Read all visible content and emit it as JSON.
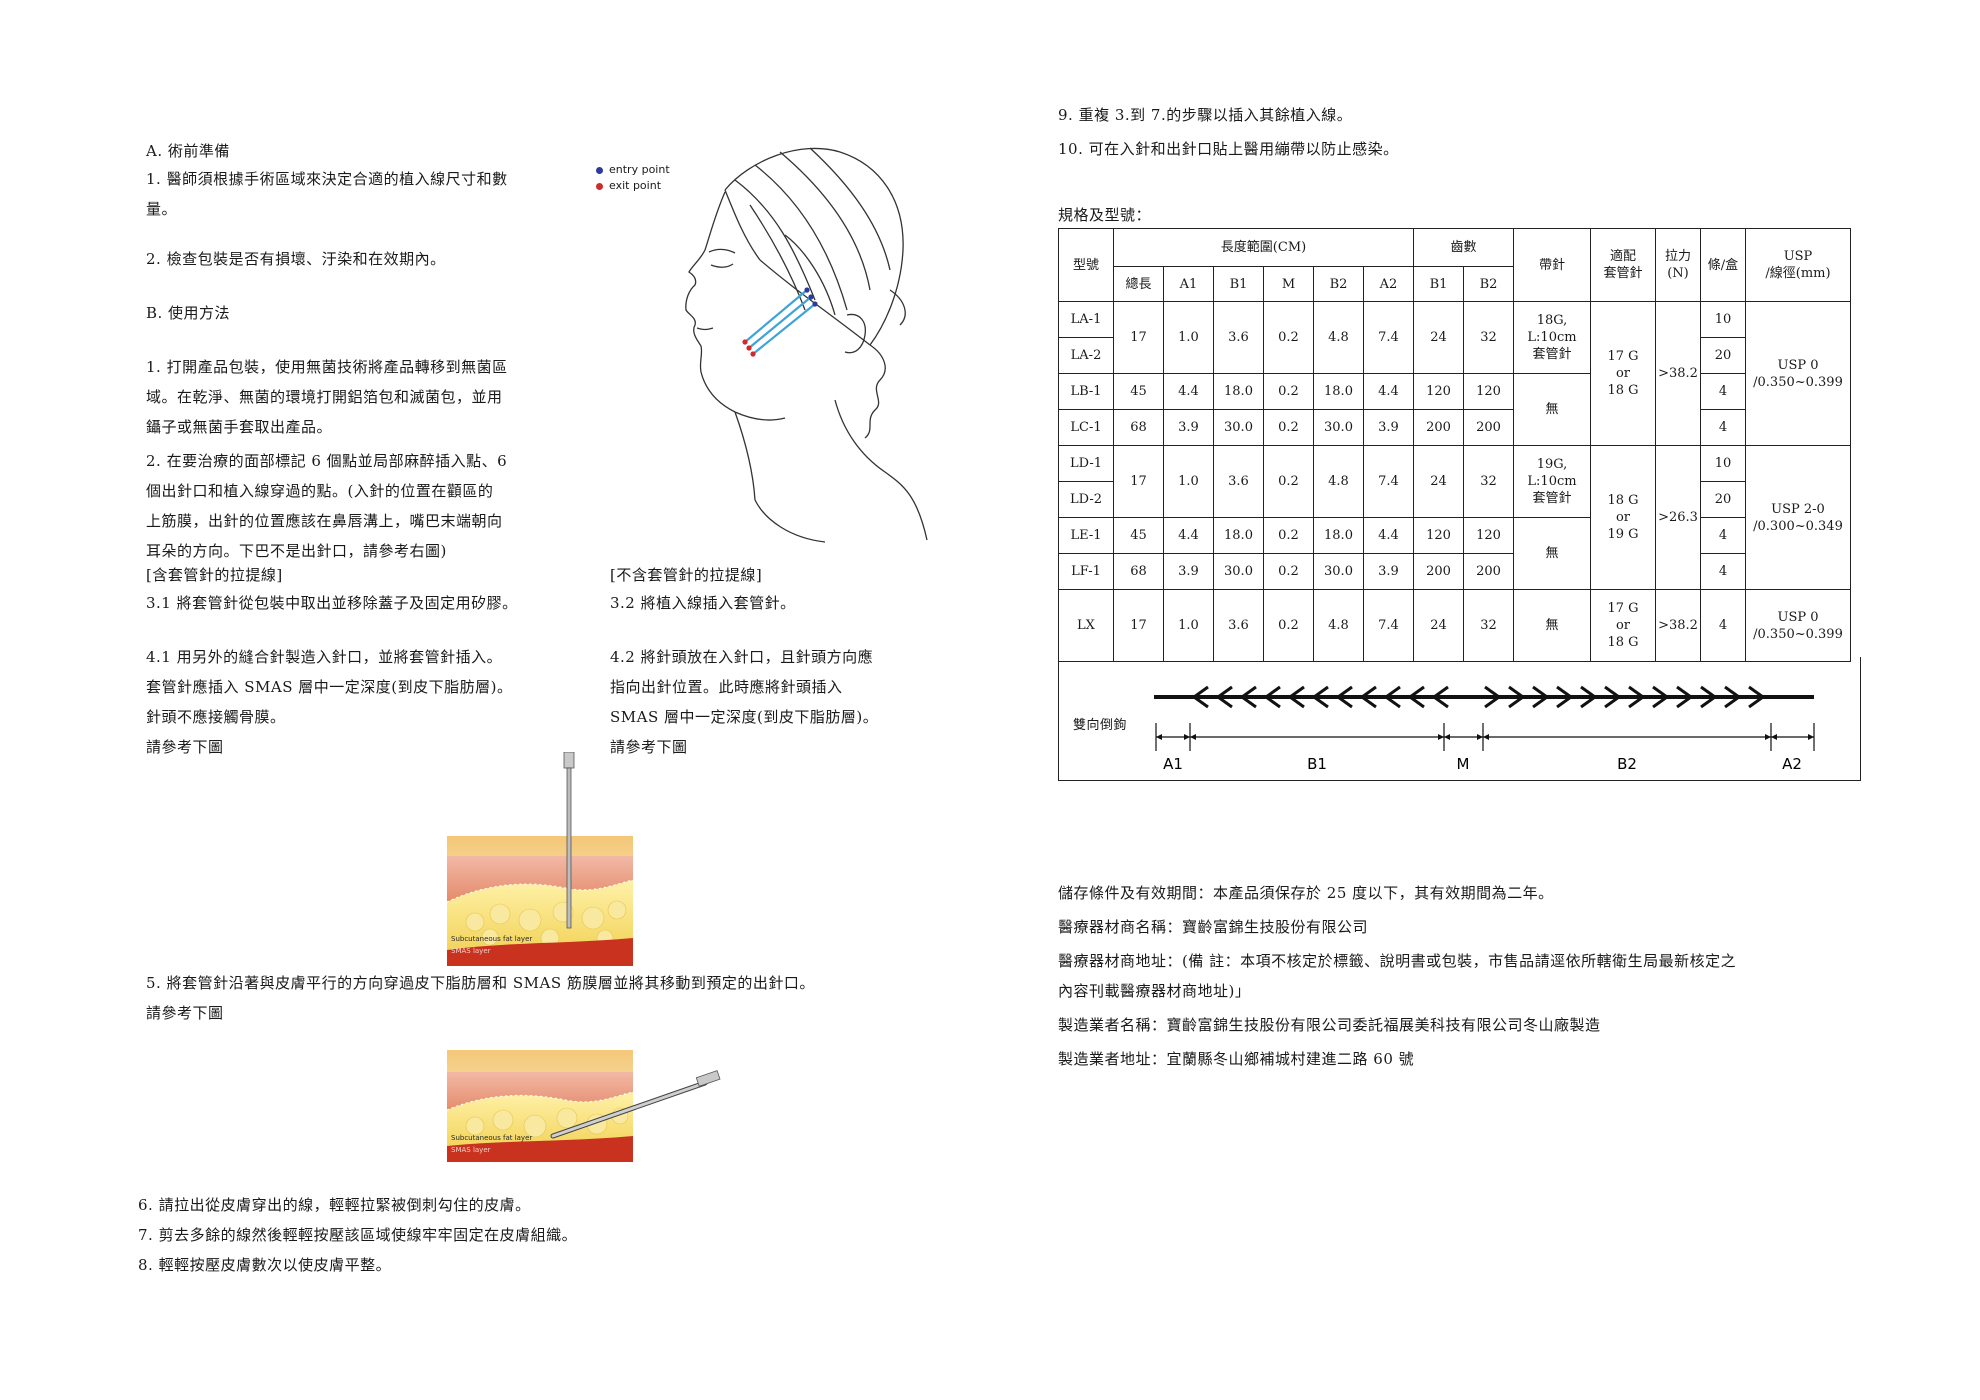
{
  "left": {
    "prep_heading": "A. 術前準備",
    "step1": [
      "1. 醫師須根據手術區域來決定合適的植入線尺寸和數",
      "量。"
    ],
    "step2": "2. 檢查包裝是否有損壞、汙染和在效期內。",
    "method_heading": "B. 使用方法",
    "b_step1": [
      "1. 打開產品包裝，使用無菌技術將產品轉移到無菌區",
      "域。在乾淨、無菌的環境打開鋁箔包和滅菌包，並用",
      "鑷子或無菌手套取出產品。"
    ],
    "b_step2": [
      "2. 在要治療的面部標記 6 個點並局部麻醉插入點、6",
      "個出針口和植入線穿過的點。(入針的位置在顴區的",
      "上筋膜，出針的位置應該在鼻唇溝上，嘴巴末端朝向",
      "耳朵的方向。下巴不是出針口，請參考右圖)"
    ],
    "with_cannula_heading": "[含套管針的拉提線]",
    "with_cannula_31": "3.1 將套管針從包裝中取出並移除蓋子及固定用矽膠。",
    "with_cannula_41": [
      "4.1 用另外的縫合針製造入針口，並將套管針插入。",
      "套管針應插入 SMAS 層中一定深度(到皮下脂肪層)。",
      "針頭不應接觸骨膜。",
      "請參考下圖"
    ],
    "without_cannula_heading": "[不含套管針的拉提線]",
    "without_cannula_32": "3.2 將植入線插入套管針。",
    "without_cannula_42": [
      "4.2 將針頭放在入針口，且針頭方向應",
      "指向出針位置。此時應將針頭插入",
      "SMAS 層中一定深度(到皮下脂肪層)。",
      "請參考下圖"
    ],
    "step5": [
      "5. 將套管針沿著與皮膚平行的方向穿過皮下脂肪層和 SMAS 筋膜層並將其移動到預定的出針口。",
      "請參考下圖"
    ],
    "step6": "6. 請拉出從皮膚穿出的線，輕輕拉緊被倒刺勾住的皮膚。",
    "step7": "7. 剪去多餘的線然後輕輕按壓該區域使線牢牢固定在皮膚組織。",
    "step8": "8. 輕輕按壓皮膚數次以使皮膚平整。",
    "legend_entry": "entry point",
    "legend_exit": "exit point",
    "layer_fat": "Subcutaneous fat layer",
    "layer_smas": "SMAS layer",
    "colors": {
      "entry": "#2b3a9c",
      "exit": "#d02a2a",
      "thread": "#3fa3d8"
    }
  },
  "right": {
    "step9": "9. 重複 3.到 7.的步驟以插入其餘植入線。",
    "step10": "10. 可在入針和出針口貼上醫用繃帶以防止感染。",
    "spec_title": "規格及型號：",
    "table": {
      "h_model": "型號",
      "h_length": "長度範圍(CM)",
      "h_teeth": "齒數",
      "h_needle": "帶針",
      "h_cannula": [
        "適配",
        "套管針"
      ],
      "h_force": [
        "拉力",
        "(N)"
      ],
      "h_per_box": "條/盒",
      "h_usp": [
        "USP",
        "/線徑(mm)"
      ],
      "sub_total": "總長",
      "sub_a1": "A1",
      "sub_b1": "B1",
      "sub_m": "M",
      "sub_b2": "B2",
      "sub_a2": "A2",
      "sub_tb1": "B1",
      "sub_tb2": "B2",
      "models": [
        "LA-1",
        "LA-2",
        "LB-1",
        "LC-1",
        "LD-1",
        "LD-2",
        "LE-1",
        "LF-1",
        "LX"
      ],
      "rows_a": [
        [
          "17",
          "1.0",
          "3.6",
          "0.2",
          "4.8",
          "7.4",
          "24",
          "32"
        ],
        [
          "45",
          "4.4",
          "18.0",
          "0.2",
          "18.0",
          "4.4",
          "120",
          "120"
        ],
        [
          "68",
          "3.9",
          "30.0",
          "0.2",
          "30.0",
          "3.9",
          "200",
          "200"
        ]
      ],
      "rows_b": [
        [
          "17",
          "1.0",
          "3.6",
          "0.2",
          "4.8",
          "7.4",
          "24",
          "32"
        ],
        [
          "45",
          "4.4",
          "18.0",
          "0.2",
          "18.0",
          "4.4",
          "120",
          "120"
        ],
        [
          "68",
          "3.9",
          "30.0",
          "0.2",
          "30.0",
          "3.9",
          "200",
          "200"
        ]
      ],
      "row_lx": [
        "17",
        "1.0",
        "3.6",
        "0.2",
        "4.8",
        "7.4",
        "24",
        "32"
      ],
      "needle_18g": [
        "18G,",
        "L:10cm",
        "套管針"
      ],
      "needle_19g": [
        "19G,",
        "L:10cm",
        "套管針"
      ],
      "none": "無",
      "cannula_a": [
        "17 G",
        "or",
        "18 G"
      ],
      "cannula_b": [
        "18 G",
        "or",
        "19 G"
      ],
      "cannula_lx": [
        "17 G",
        "or",
        "18 G"
      ],
      "force_a": ">38.2",
      "force_b": ">26.3",
      "force_lx": ">38.2",
      "per_box_a": [
        "10",
        "20",
        "4",
        "4"
      ],
      "per_box_b": [
        "10",
        "20",
        "4",
        "4"
      ],
      "per_box_lx": "4",
      "usp_a": [
        "USP 0",
        "/0.350~0.399"
      ],
      "usp_b": [
        "USP 2-0",
        "/0.300~0.349"
      ],
      "usp_lx": [
        "USP 0",
        "/0.350~0.399"
      ]
    },
    "barb_label": "雙向倒鉤",
    "barb_segments": [
      "A1",
      "B1",
      "M",
      "B2",
      "A2"
    ],
    "storage": "儲存條件及有效期間：本產品須保存於 25 度以下，其有效期間為二年。",
    "dealer_name": "醫療器材商名稱：寶齡富錦生技股份有限公司",
    "dealer_address": [
      "醫療器材商地址：(備 註：本項不核定於標籤、說明書或包裝，市售品請逕依所轄衛生局最新核定之",
      "內容刊載醫療器材商地址)」"
    ],
    "maker_name": "製造業者名稱：寶齡富錦生技股份有限公司委託福展美科技有限公司冬山廠製造",
    "maker_address": "製造業者地址：宜蘭縣冬山鄉補城村建進二路 60 號"
  }
}
